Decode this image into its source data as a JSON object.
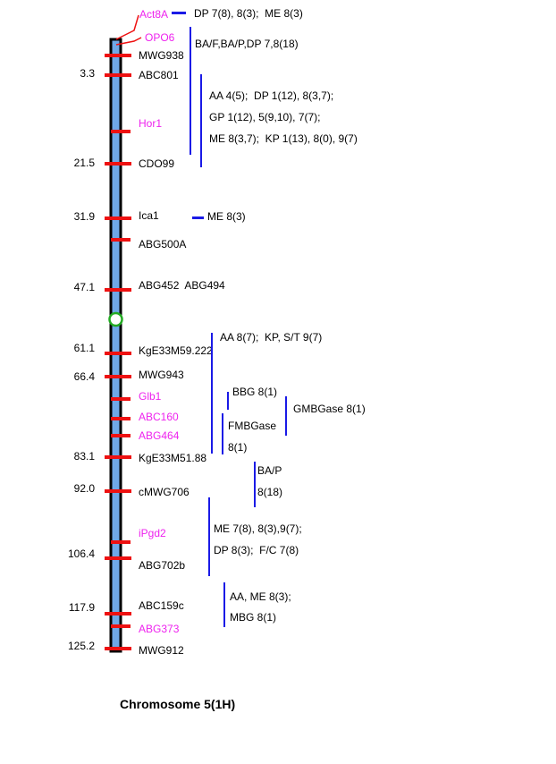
{
  "caption": "Chromosome 5(1H)",
  "colors": {
    "chromosome_outline": "#000000",
    "chromosome_fill": "#6fa8e8",
    "tick": "#ee1111",
    "mapped_marker_text": "#ee22ee",
    "standard_marker_text": "#000000",
    "qtl_bar": "#1a1ae6",
    "centromere": "#22aa22"
  },
  "markers": [
    {
      "name": "Act8A",
      "position": "",
      "highlight": true
    },
    {
      "name": "OPO6",
      "position": "",
      "highlight": true
    },
    {
      "name": "MWG938",
      "position": "",
      "highlight": false
    },
    {
      "name": "ABC801",
      "position": "3.3",
      "highlight": false
    },
    {
      "name": "Hor1",
      "position": "",
      "highlight": true
    },
    {
      "name": "CDO99",
      "position": "21.5",
      "highlight": false
    },
    {
      "name": "Ica1",
      "position": "31.9",
      "highlight": false
    },
    {
      "name": "ABG500A",
      "position": "",
      "highlight": false
    },
    {
      "name": "ABG452  ABG494",
      "position": "47.1",
      "highlight": false
    },
    {
      "name": "KgE33M59.222",
      "position": "61.1",
      "highlight": false
    },
    {
      "name": "MWG943",
      "position": "66.4",
      "highlight": false
    },
    {
      "name": "Glb1",
      "position": "",
      "highlight": true
    },
    {
      "name": "ABC160",
      "position": "",
      "highlight": true
    },
    {
      "name": "ABG464",
      "position": "",
      "highlight": true
    },
    {
      "name": "KgE33M51.88",
      "position": "83.1",
      "highlight": false
    },
    {
      "name": "cMWG706",
      "position": "92.0",
      "highlight": false
    },
    {
      "name": "iPgd2",
      "position": "",
      "highlight": true
    },
    {
      "name": "ABG702b",
      "position": "106.4",
      "highlight": false
    },
    {
      "name": "ABC159c",
      "position": "117.9",
      "highlight": false
    },
    {
      "name": "ABG373",
      "position": "",
      "highlight": true
    },
    {
      "name": "MWG912",
      "position": "125.2",
      "highlight": false
    }
  ],
  "qtls": [
    {
      "lines": [
        "DP 7(8), 8(3);  ME 8(3)"
      ]
    },
    {
      "lines": [
        "BA/F,BA/P,DP 7,8(18)"
      ]
    },
    {
      "lines": [
        "AA 4(5);  DP 1(12), 8(3,7);",
        "GP 1(12), 5(9,10), 7(7);",
        "ME 8(3,7);  KP 1(13), 8(0), 9(7)"
      ]
    },
    {
      "lines": [
        "ME 8(3)"
      ]
    },
    {
      "lines": [
        "AA 8(7);  KP, S/T 9(7)"
      ]
    },
    {
      "lines": [
        "BBG 8(1)"
      ]
    },
    {
      "lines": [
        "GMBGase 8(1)"
      ]
    },
    {
      "lines": [
        "FMBGase",
        "8(1)"
      ]
    },
    {
      "lines": [
        "BA/P",
        "8(18)"
      ]
    },
    {
      "lines": [
        "ME 7(8), 8(3),9(7);",
        "DP 8(3);  F/C 7(8)"
      ]
    },
    {
      "lines": [
        "AA, ME 8(3);",
        "MBG 8(1)"
      ]
    }
  ]
}
